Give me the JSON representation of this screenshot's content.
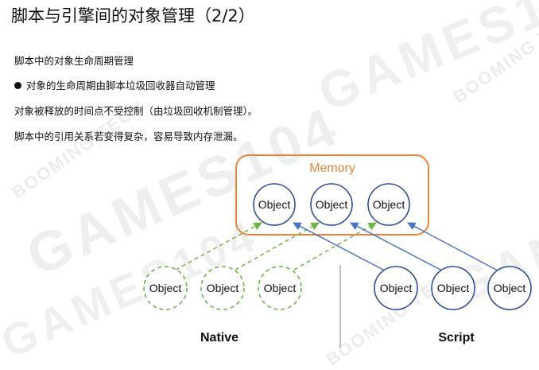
{
  "watermark": {
    "text_large": "GAMES104",
    "text_small": "BOOMING TECH"
  },
  "title": "脚本与引擎间的对象管理（2/2）",
  "lines": [
    "脚本中的对象生命周期管理",
    "对象的生命周期由脚本垃圾回收器自动管理",
    "对象被释放的时间点不受控制（由垃圾回收机制管理）。",
    "脚本中的引用关系若变得复杂，容易导致内存泄漏。"
  ],
  "diagram": {
    "memory_label": "Memory",
    "memory_objects": [
      "Object",
      "Object",
      "Object"
    ],
    "native_objects": [
      "Object",
      "Object",
      "Object"
    ],
    "script_objects": [
      "Object",
      "Object",
      "Object"
    ],
    "native_label": "Native",
    "script_label": "Script",
    "colors": {
      "memory_box": "#e9843a",
      "object_circle": "#2f4f9c",
      "native_dashed": "#6cb643",
      "script_arrow": "#4a74c9",
      "divider": "#9a9a9a"
    }
  }
}
